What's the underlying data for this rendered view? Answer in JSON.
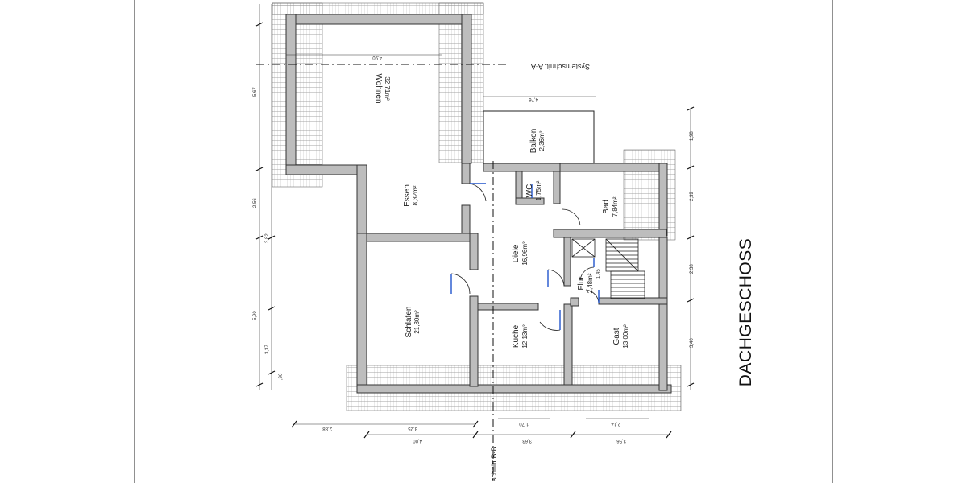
{
  "floor_title": "DACHGESCHOSS",
  "sections": {
    "a": "Systemschnitt A-A",
    "b": "schnitt B-B"
  },
  "rooms": {
    "wohnen": {
      "name": "Wohnen",
      "area": "32,71m²"
    },
    "essen": {
      "name": "Essen",
      "area": "8,32m²"
    },
    "balkon": {
      "name": "Balkon",
      "area": "2,36m²"
    },
    "wc": {
      "name": "WC",
      "area": "1,75m²"
    },
    "bad": {
      "name": "Bad",
      "area": "7,84m²"
    },
    "diele": {
      "name": "Diele",
      "area": "16,96m²"
    },
    "flur": {
      "name": "Flur",
      "area": "2,48m²"
    },
    "schlafen": {
      "name": "Schlafen",
      "area": "21,80m²"
    },
    "kueche": {
      "name": "Küche",
      "area": "12,13m²"
    },
    "gast": {
      "name": "Gast",
      "area": "13,00m²"
    }
  },
  "dimensions": {
    "left": [
      "5,67",
      "2,56",
      "3,82",
      "5,90",
      "3,37",
      ",90"
    ],
    "right": [
      "1,98",
      "2,39",
      "2,38",
      "3,40"
    ],
    "top": [
      "4,90",
      "4,76"
    ],
    "bottom": [
      "2,88",
      "3,25",
      "4,00",
      "3,63",
      "3,56",
      "1,70",
      "2,14"
    ],
    "stair": "1,45"
  }
}
